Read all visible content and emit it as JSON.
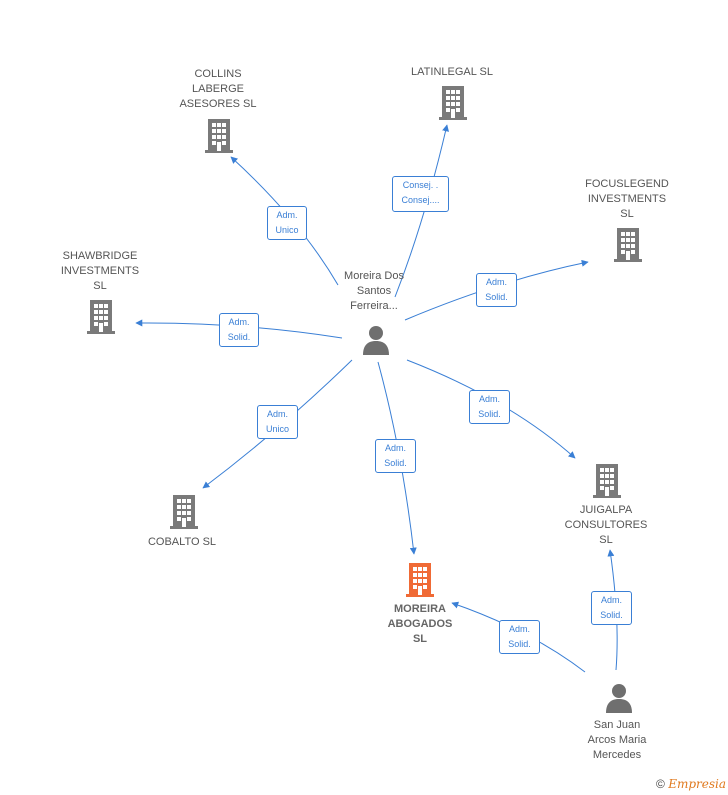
{
  "colors": {
    "edge": "#3a7fd5",
    "company": "#7a7a7a",
    "focus_company": "#f06a35",
    "person": "#6f6f6f"
  },
  "nodes": {
    "collins": "COLLINS\nLABERGE\nASESORES  SL",
    "latinlegal": "LATINLEGAL SL",
    "focuslegend": "FOCUSLEGEND\nINVESTMENTS\nSL",
    "shawbridge": "SHAWBRIDGE\nINVESTMENTS\nSL",
    "cobalto": "COBALTO SL",
    "moreira_abogados": "MOREIRA\nABOGADOS\nSL",
    "juigalpa": "JUIGALPA\nCONSULTORES\nSL",
    "person_moreira": "Moreira Dos\nSantos\nFerreira...",
    "person_sanjuan": "San Juan\nArcos Maria\nMercedes"
  },
  "relations": {
    "collins": "Adm.\nUnico",
    "latinlegal": "Consej. .\nConsej....",
    "focuslegend": "Adm.\nSolid.",
    "shawbridge": "Adm.\nSolid.",
    "cobalto": "Adm.\nUnico",
    "moreira_abogados": "Adm.\nSolid.",
    "juigalpa": "Adm.\nSolid.",
    "sanjuan_moreira": "Adm.\nSolid.",
    "sanjuan_juigalpa": "Adm.\nSolid."
  },
  "footer": {
    "copyright": "©",
    "brand": "Empresia"
  }
}
